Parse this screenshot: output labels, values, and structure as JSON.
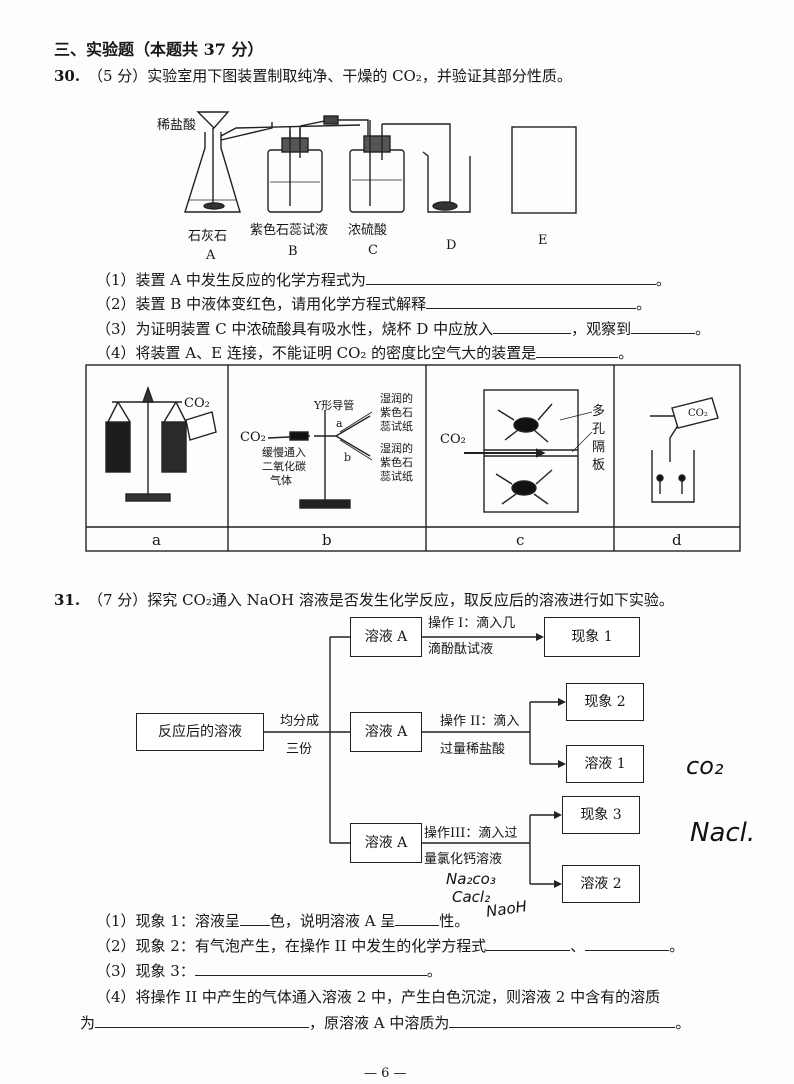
{
  "section": {
    "title": "三、实验题（本题共 37 分）"
  },
  "q30": {
    "number": "30.",
    "stem": "（5 分）实验室用下图装置制取纯净、干燥的 CO₂，并验证其部分性质。",
    "apparatus": {
      "acid_label": "稀盐酸",
      "A_content": "石灰石",
      "A": "A",
      "B_content": "紫色石蕊试液",
      "B": "B",
      "C_content": "浓硫酸",
      "C": "C",
      "D": "D",
      "E": "E"
    },
    "sub1": "（1）装置 A 中发生反应的化学方程式为",
    "sub1_end": "。",
    "sub2": "（2）装置 B 中液体变红色，请用化学方程式解释",
    "sub2_end": "。",
    "sub3_a": "（3）为证明装置 C 中浓硫酸具有吸水性，烧杯 D 中应放入",
    "sub3_b": "，观察到",
    "sub3_end": "。",
    "sub4": "（4）将装置 A、E 连接，不能证明 CO₂ 的密度比空气大的装置是",
    "sub4_end": "。",
    "options": {
      "a_co2": "CO₂",
      "b_co2": "CO₂",
      "b_tube": "Y形导管",
      "b_a": "a",
      "b_b": "b",
      "b_slow1": "缓慢通入",
      "b_slow2": "二氧化碳",
      "b_slow3": "气体",
      "b_paper1a": "湿润的",
      "b_paper1b": "紫色石",
      "b_paper1c": "蕊试纸",
      "b_paper2a": "湿润的",
      "b_paper2b": "紫色石",
      "b_paper2c": "蕊试纸",
      "c_co2": "CO₂",
      "c_board1": "多",
      "c_board2": "孔",
      "c_board3": "隔",
      "c_board4": "板",
      "d_co2": "CO₂",
      "labels": [
        "a",
        "b",
        "c",
        "d"
      ]
    }
  },
  "q31": {
    "number": "31.",
    "stem": "（7 分）探究 CO₂通入 NaOH 溶液是否发生化学反应，取反应后的溶液进行如下实验。",
    "flow": {
      "start": "反应后的溶液",
      "split1": "均分成",
      "split2": "三份",
      "solA1": "溶液 A",
      "solA2": "溶液 A",
      "solA3": "溶液 A",
      "op1a": "操作 I：滴入几",
      "op1b": "滴酚酞试液",
      "op2a": "操作 II：滴入",
      "op2b": "过量稀盐酸",
      "op3a": "操作III：滴入过",
      "op3b": "量氯化钙溶液",
      "ph1": "现象 1",
      "ph2": "现象 2",
      "sol1": "溶液 1",
      "ph3": "现象 3",
      "sol2": "溶液 2"
    },
    "hand": {
      "co2": "co₂",
      "nacl": "Nacl.",
      "na2co3": "Na₂co₃",
      "cacl2": "Cacl₂",
      "naoh": "NaoH"
    },
    "sub1_a": "（1）现象 1：溶液呈",
    "sub1_b": "色，说明溶液 A 呈",
    "sub1_c": "性。",
    "sub2_a": "（2）现象 2：有气泡产生，在操作 II 中发生的化学方程式",
    "sub2_b": "、",
    "sub2_end": "。",
    "sub3": "（3）现象 3：",
    "sub3_end": "。",
    "sub4_a": "（4）将操作 II 中产生的气体通入溶液 2 中，产生白色沉淀，则溶液 2 中含有的溶质",
    "sub4_b": "为",
    "sub4_c": "，原溶液 A 中溶质为",
    "sub4_end": "。"
  },
  "page_number": "— 6 —"
}
